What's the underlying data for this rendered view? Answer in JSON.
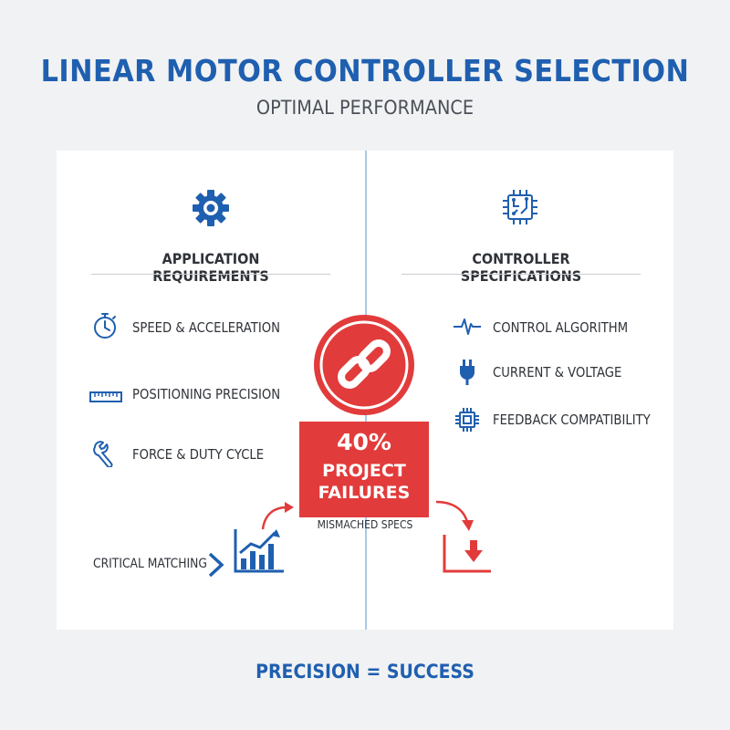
{
  "header": {
    "title": "LINEAR MOTOR CONTROLLER SELECTION",
    "subtitle": "OPTIMAL PERFORMANCE"
  },
  "left_column": {
    "heading": "APPLICATION REQUIREMENTS",
    "icon": "gear-icon",
    "items": [
      {
        "label": "SPEED & ACCELERATION",
        "icon": "stopwatch-icon"
      },
      {
        "label": "POSITIONING PRECISION",
        "icon": "ruler-icon"
      },
      {
        "label": "FORCE & DUTY CYCLE",
        "icon": "wrench-icon"
      }
    ],
    "critical_label": "CRITICAL MATCHING"
  },
  "right_column": {
    "heading": "CONTROLLER SPECIFICATIONS",
    "icon": "circuit-chip-icon",
    "items": [
      {
        "label": "CONTROL ALGORITHM",
        "icon": "waveform-icon"
      },
      {
        "label": "CURRENT & VOLTAGE",
        "icon": "plug-icon"
      },
      {
        "label": "FEEDBACK COMPATIBILITY",
        "icon": "chip-icon"
      }
    ]
  },
  "center": {
    "icon": "broken-link-icon",
    "failure_percent": "40%",
    "failure_line1": "PROJECT",
    "failure_line2": "FAILURES",
    "caption": "MISMACHED SPECS"
  },
  "footer": {
    "tagline": "PRECISION = SUCCESS"
  },
  "colors": {
    "brand_blue": "#1f5fb0",
    "alert_red": "#e23b3b",
    "text_dark": "#2f3339",
    "background": "#f1f2f3",
    "panel": "#ffffff"
  }
}
